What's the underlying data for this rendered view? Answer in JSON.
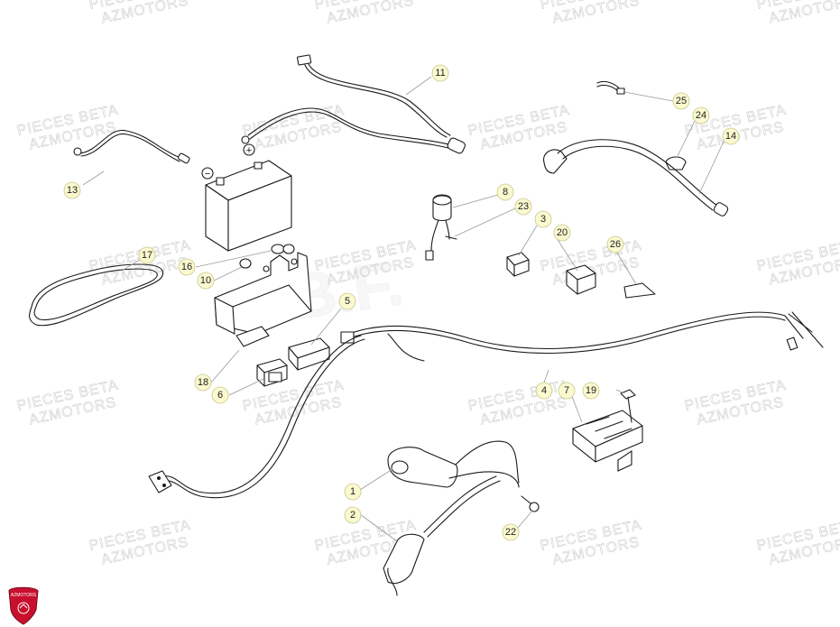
{
  "watermark": {
    "line1": "PIECES BETA",
    "line2": "AZMOTORS"
  },
  "logo": {
    "text": "AZMOTORS",
    "color": "#c8102e"
  },
  "callouts": [
    "1",
    "2",
    "3",
    "4",
    "5",
    "6",
    "7",
    "8",
    "10",
    "11",
    "13",
    "14",
    "16",
    "17",
    "18",
    "19",
    "20",
    "22",
    "23",
    "24",
    "25",
    "26"
  ],
  "colors": {
    "callout_fill": "#fbf9cf",
    "line": "#1a1a1a"
  }
}
